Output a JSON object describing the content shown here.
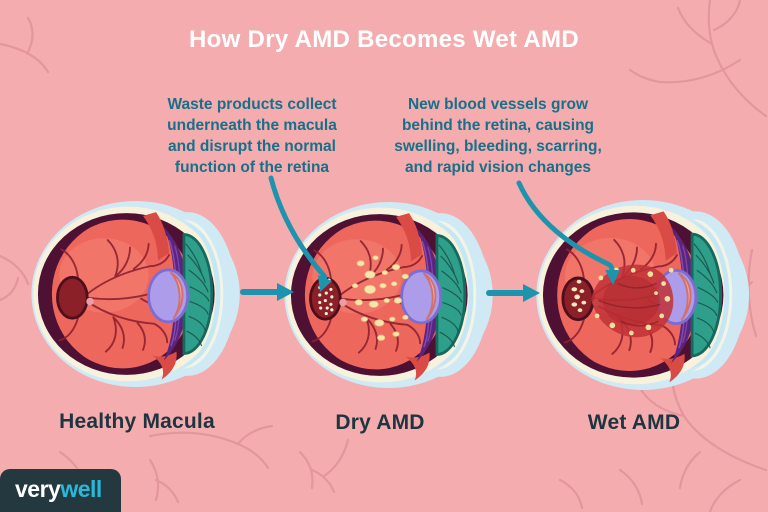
{
  "title": "How Dry AMD Becomes Wet AMD",
  "colors": {
    "background": "#F4ACAF",
    "title": "#FFFFFF",
    "callout-teal": "#17708A",
    "label-dark": "#1E3540",
    "arrow-teal": "#1E93AD",
    "logo-bg": "#24383F",
    "logo-cyan": "#27B9D9"
  },
  "callouts": {
    "dry": {
      "lines": [
        "Waste products collect",
        "underneath the macula",
        "and disrupt the normal",
        "function of the retina"
      ]
    },
    "wet": {
      "lines": [
        "New blood vessels grow",
        "behind the retina, causing",
        "swelling, bleeding, scarring,",
        "and rapid vision changes"
      ]
    }
  },
  "stages": [
    {
      "id": "healthy",
      "label": "Healthy Macula"
    },
    {
      "id": "dry",
      "label": "Dry AMD"
    },
    {
      "id": "wet",
      "label": "Wet AMD"
    }
  ],
  "icons": {
    "flow_arrows": "right-arrow-icon",
    "callout_pointers": "curved-arrow-icon"
  },
  "logo": {
    "part1": "very",
    "part2": "well"
  }
}
